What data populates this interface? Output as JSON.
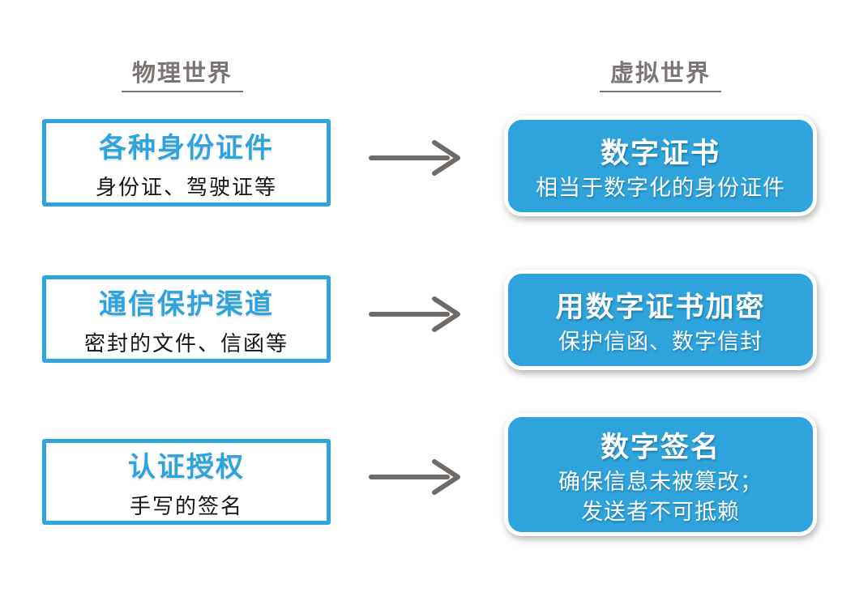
{
  "colors": {
    "accent_blue": "#2EA3DC",
    "header_gray": "#7B7573",
    "arrow_gray": "#6E6A68",
    "dark_text": "#161616",
    "white": "#FFFFFF"
  },
  "headers": {
    "left": "物理世界",
    "right": "虚拟世界"
  },
  "icons": {
    "arrow": "right-arrow-icon"
  },
  "rows": [
    {
      "left": {
        "title": "各种身份证件",
        "subtitle": "身份证、驾驶证等"
      },
      "right": {
        "title": "数字证书",
        "lines": [
          "相当于数字化的身份证件"
        ]
      }
    },
    {
      "left": {
        "title": "通信保护渠道",
        "subtitle": "密封的文件、信函等"
      },
      "right": {
        "title": "用数字证书加密",
        "lines": [
          "保护信函、数字信封"
        ]
      }
    },
    {
      "left": {
        "title": "认证授权",
        "subtitle": "手写的签名"
      },
      "right": {
        "title": "数字签名",
        "lines": [
          "确保信息未被篡改；",
          "发送者不可抵赖"
        ]
      }
    }
  ]
}
